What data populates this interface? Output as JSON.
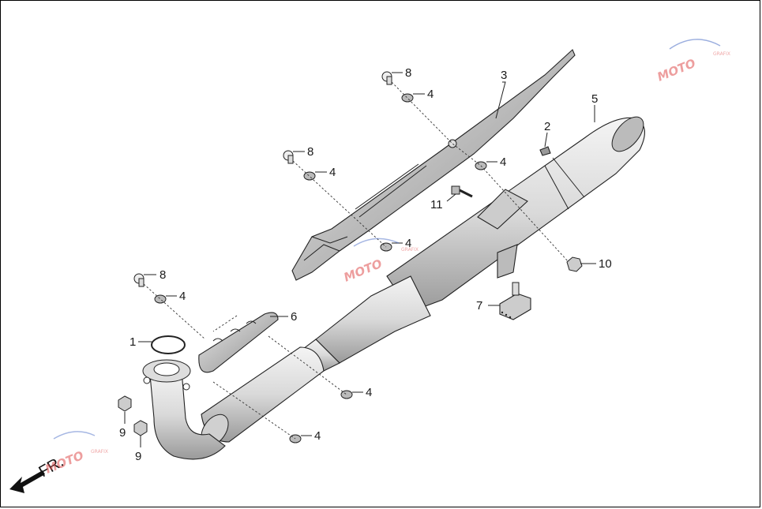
{
  "diagram": {
    "callouts": {
      "p1": "1",
      "p2": "2",
      "p3": "3",
      "p4": "4",
      "p5": "5",
      "p6": "6",
      "p7": "7",
      "p8": "8",
      "p9": "9",
      "p10": "10",
      "p11": "11"
    },
    "direction_label": "FR.",
    "watermark_text": "MOTO",
    "watermark_sub": "GRAFIX",
    "colors": {
      "watermark": "#e05050",
      "watermark_blue": "#3a5fc0",
      "line": "#222222"
    }
  }
}
